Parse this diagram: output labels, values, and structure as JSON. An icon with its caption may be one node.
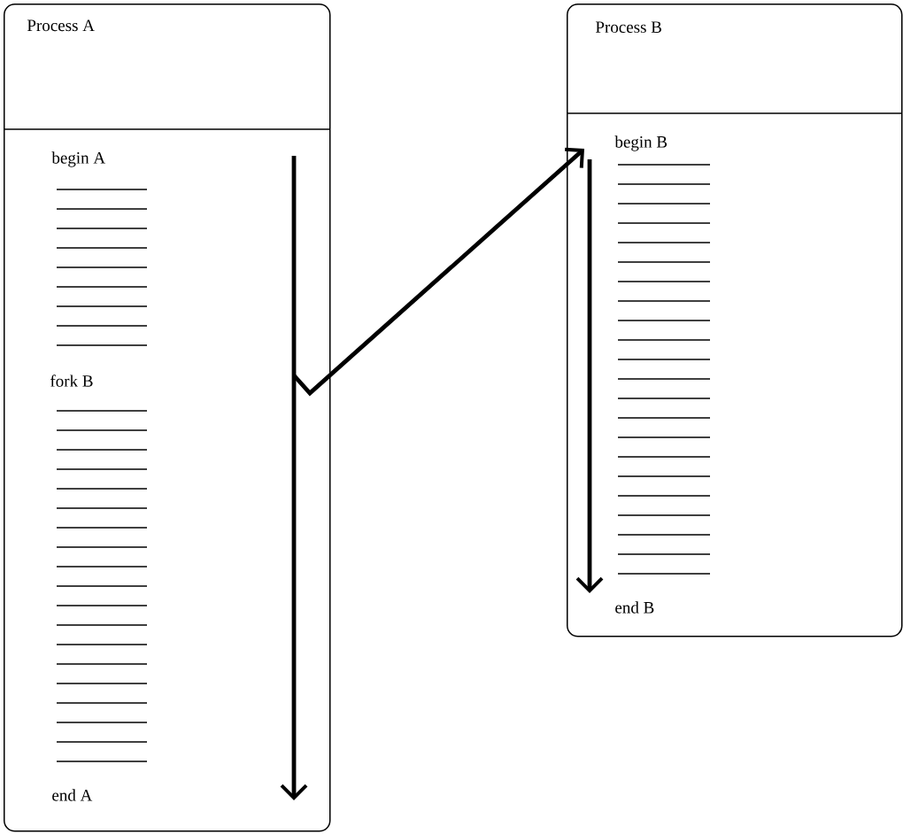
{
  "diagram": {
    "nodes": [
      {
        "text": [
          "Process A"
        ]
      },
      {
        "text": [
          "begin A"
        ],
        "in": 0
      },
      {
        "text": [
          "fork B"
        ],
        "in": 0
      },
      {
        "text": [
          "end A"
        ],
        "in": 0
      },
      {
        "text": [
          "Process B"
        ]
      },
      {
        "text": [
          "begin B"
        ],
        "in": 4
      },
      {
        "text": [
          "end B"
        ],
        "in": 4
      }
    ],
    "edges": [
      {
        "from": 0,
        "to": 4,
        "arrow": "to"
      },
      {
        "from": 5,
        "to": 6,
        "arrow": "to"
      }
    ]
  }
}
